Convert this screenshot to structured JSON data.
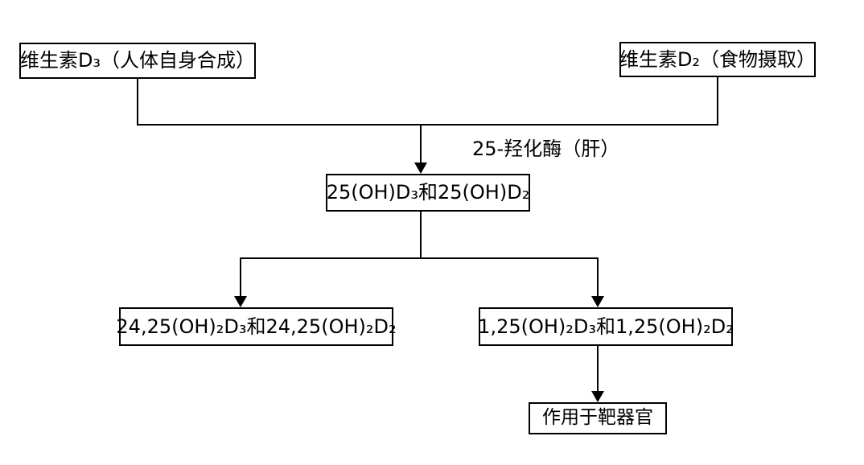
{
  "diagram": {
    "title": "vitamin-d-metabolism-flowchart",
    "colors": {
      "background": "#ffffff",
      "line": "#000000",
      "text": "#000000",
      "node_fill": "#ffffff"
    },
    "nodes": {
      "vitamin_d3": {
        "label": "维生素D₃（人体自身合成）"
      },
      "vitamin_d2": {
        "label": "维生素D₂（食物摄取）"
      },
      "oh25_d": {
        "label": "25(OH)D₃和25(OH)D₂"
      },
      "oh2425_d": {
        "label": "24,25(OH)₂D₃和24,25(OH)₂D₂"
      },
      "oh125_d": {
        "label": "1,25(OH)₂D₃和1,25(OH)₂D₂"
      },
      "target": {
        "label": "作用于靶器官"
      }
    },
    "edge_labels": {
      "hydroxylase_liver": "25-羟化酶（肝）"
    },
    "edges": [
      {
        "from": "vitamin_d3",
        "to": "oh25_d",
        "label": "25-羟化酶（肝）"
      },
      {
        "from": "vitamin_d2",
        "to": "oh25_d",
        "label": "25-羟化酶（肝）"
      },
      {
        "from": "oh25_d",
        "to": "oh2425_d",
        "label": ""
      },
      {
        "from": "oh25_d",
        "to": "oh125_d",
        "label": ""
      },
      {
        "from": "oh125_d",
        "to": "target",
        "label": ""
      }
    ]
  }
}
